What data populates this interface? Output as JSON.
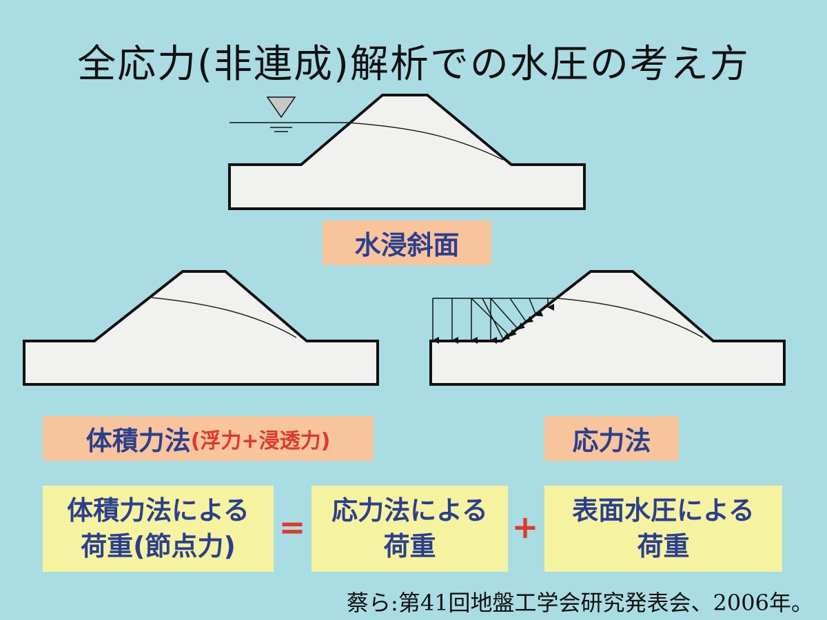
{
  "title": "全応力(非連成)解析での水圧の考え方",
  "labels": {
    "submerged_slope": "水浸斜面",
    "body_force_method": "体積力法",
    "body_force_note": "(浮力+浸透力)",
    "stress_method": "応力法"
  },
  "equation": {
    "left_line1": "体積力法による",
    "left_line2": "荷重(節点力)",
    "equals": "=",
    "middle_line1": "応力法による",
    "middle_line2": "荷重",
    "plus": "+",
    "right_line1": "表面水圧による",
    "right_line2": "荷重"
  },
  "citation": "蔡ら:第41回地盤工学会研究発表会、2006年。",
  "colors": {
    "background": "#a9dce3",
    "label_box": "#f7c49b",
    "equation_box": "#f5f3a0",
    "text_blue": "#2b3f8f",
    "accent_red": "#e0392b",
    "embankment_fill": "#f1f1ef"
  }
}
